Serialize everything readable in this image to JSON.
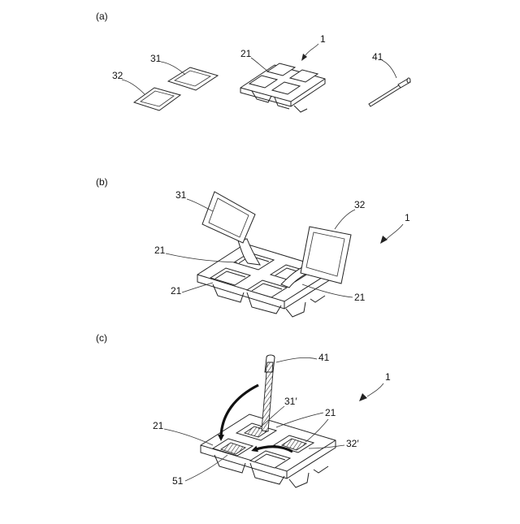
{
  "panels": {
    "a": {
      "label": "(a)"
    },
    "b": {
      "label": "(b)"
    },
    "c": {
      "label": "(c)"
    }
  },
  "refs": {
    "a_tray": "1",
    "a_cell": "21",
    "a_sheet31": "31",
    "a_sheet32": "32",
    "a_stick": "41",
    "b_tray": "1",
    "b_sheet31": "31",
    "b_sheet32": "32",
    "b_cell_upper": "21",
    "b_cell_left": "21",
    "b_cell_right": "21",
    "c_tray": "1",
    "c_stick": "41",
    "c_content31": "31′",
    "c_cells": "21",
    "c_content32": "32′",
    "c_cell_left": "21",
    "c_mix": "51"
  }
}
